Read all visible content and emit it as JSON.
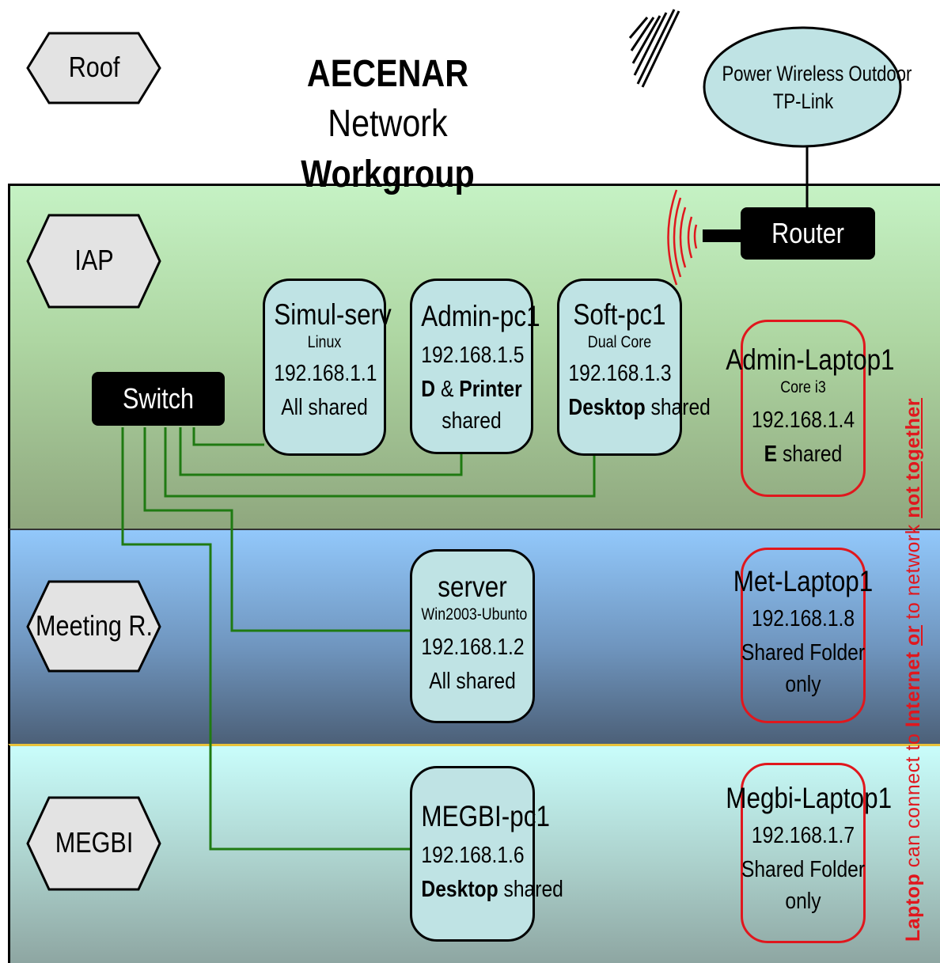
{
  "title": {
    "bold": "AECENAR",
    "rest": "Network",
    "line2": "Workgroup"
  },
  "locations": {
    "roof": "Roof",
    "iap": "IAP",
    "meeting": "Meeting R.",
    "megbi": "MEGBI"
  },
  "outdoor_ap": {
    "line1": "Power Wireless Outdoor",
    "line2": "TP-Link"
  },
  "router": "Router",
  "switch": "Switch",
  "nodes": {
    "simul_serv": {
      "name": "Simul-serv",
      "os": "Linux",
      "ip": "192.168.1.1",
      "share": "All shared"
    },
    "admin_pc1": {
      "name": "Admin-pc1",
      "ip": "192.168.1.5",
      "share_bold1": "D",
      "share_amp": " & ",
      "share_bold2": "Printer",
      "share_rest": "shared"
    },
    "soft_pc1": {
      "name": "Soft-pc1",
      "os": "Dual Core",
      "ip": "192.168.1.3",
      "share_bold": "Desktop",
      "share_rest": " shared"
    },
    "admin_laptop1": {
      "name": "Admin-Laptop1",
      "os": "Core i3",
      "ip": "192.168.1.4",
      "share_bold": "E",
      "share_rest": " shared"
    },
    "server": {
      "name": "server",
      "os": "Win2003-Ubunto",
      "ip": "192.168.1.2",
      "share": "All shared"
    },
    "met_laptop1": {
      "name": "Met-Laptop1",
      "ip": "192.168.1.8",
      "share1": "Shared Folder",
      "share2": "only"
    },
    "megbi_pc1": {
      "name": "MEGBI-pc1",
      "ip": "192.168.1.6",
      "share_bold": "Desktop",
      "share_rest": " shared"
    },
    "megbi_laptop1": {
      "name": "Megbi-Laptop1",
      "ip": "192.168.1.7",
      "share1": "Shared Folder",
      "share2": "only"
    }
  },
  "side_note": {
    "p1": "Laptop",
    "p2": " can connect to ",
    "p3": "Internet",
    "p4": " ",
    "p5": "or",
    "p6": " to network ",
    "p7": "not together"
  },
  "colors": {
    "link": "#1f7a12",
    "laptop_border": "#e0171d",
    "node_fill": "#bfe3e4",
    "hex_fill": "#e3e3e3"
  }
}
